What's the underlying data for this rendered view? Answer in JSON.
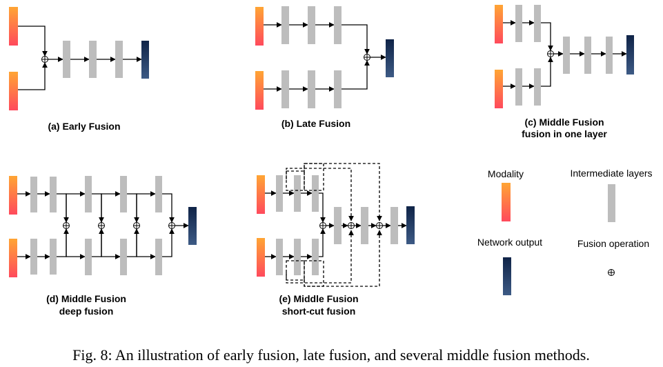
{
  "panels": {
    "a": "(a) Early Fusion",
    "b": "(b) Late Fusion",
    "c": [
      "(c) Middle Fusion",
      "fusion in one layer"
    ],
    "d": [
      "(d) Middle Fusion",
      "deep fusion"
    ],
    "e": [
      "(e) Middle Fusion",
      "short-cut fusion"
    ]
  },
  "legend": {
    "modality": "Modality",
    "intermediate": "Intermediate layers",
    "output": "Network output",
    "fusion": "Fusion operation"
  },
  "caption": "Fig. 8: An illustration of early fusion, late fusion, and several middle fusion methods.",
  "colors": {
    "modality_top": "#ffa534",
    "modality_bottom": "#ff4a5c",
    "layer": "#bdbdbd",
    "output_top": "#0f2347",
    "output_bottom": "#3d5a85"
  }
}
